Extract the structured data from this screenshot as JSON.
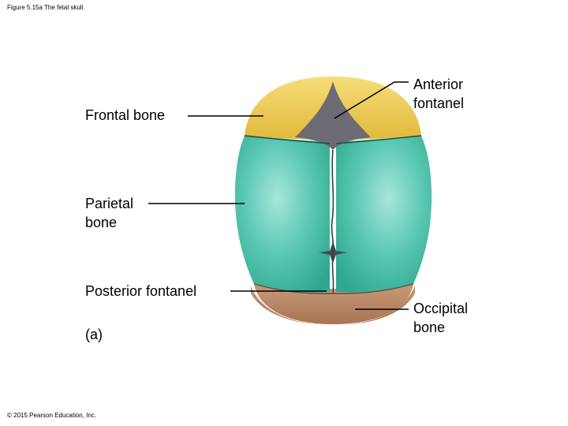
{
  "figure": {
    "caption": "Figure 5.15a The fetal skull.",
    "panel_label": "(a)",
    "copyright": "© 2015 Pearson Education, Inc."
  },
  "labels": {
    "frontal_bone": "Frontal bone",
    "anterior_fontanel_line1": "Anterior",
    "anterior_fontanel_line2": "fontanel",
    "parietal_bone_line1": "Parietal",
    "parietal_bone_line2": "bone",
    "posterior_fontanel": "Posterior fontanel",
    "occipital_bone_line1": "Occipital",
    "occipital_bone_line2": "bone"
  },
  "colors": {
    "frontal_bone": "#e8c64a",
    "parietal_bone": "#3fc0a8",
    "occipital_bone": "#c08a66",
    "fontanel": "#6e6a74",
    "suture": "#1e4a44",
    "leader_line": "#000000"
  }
}
